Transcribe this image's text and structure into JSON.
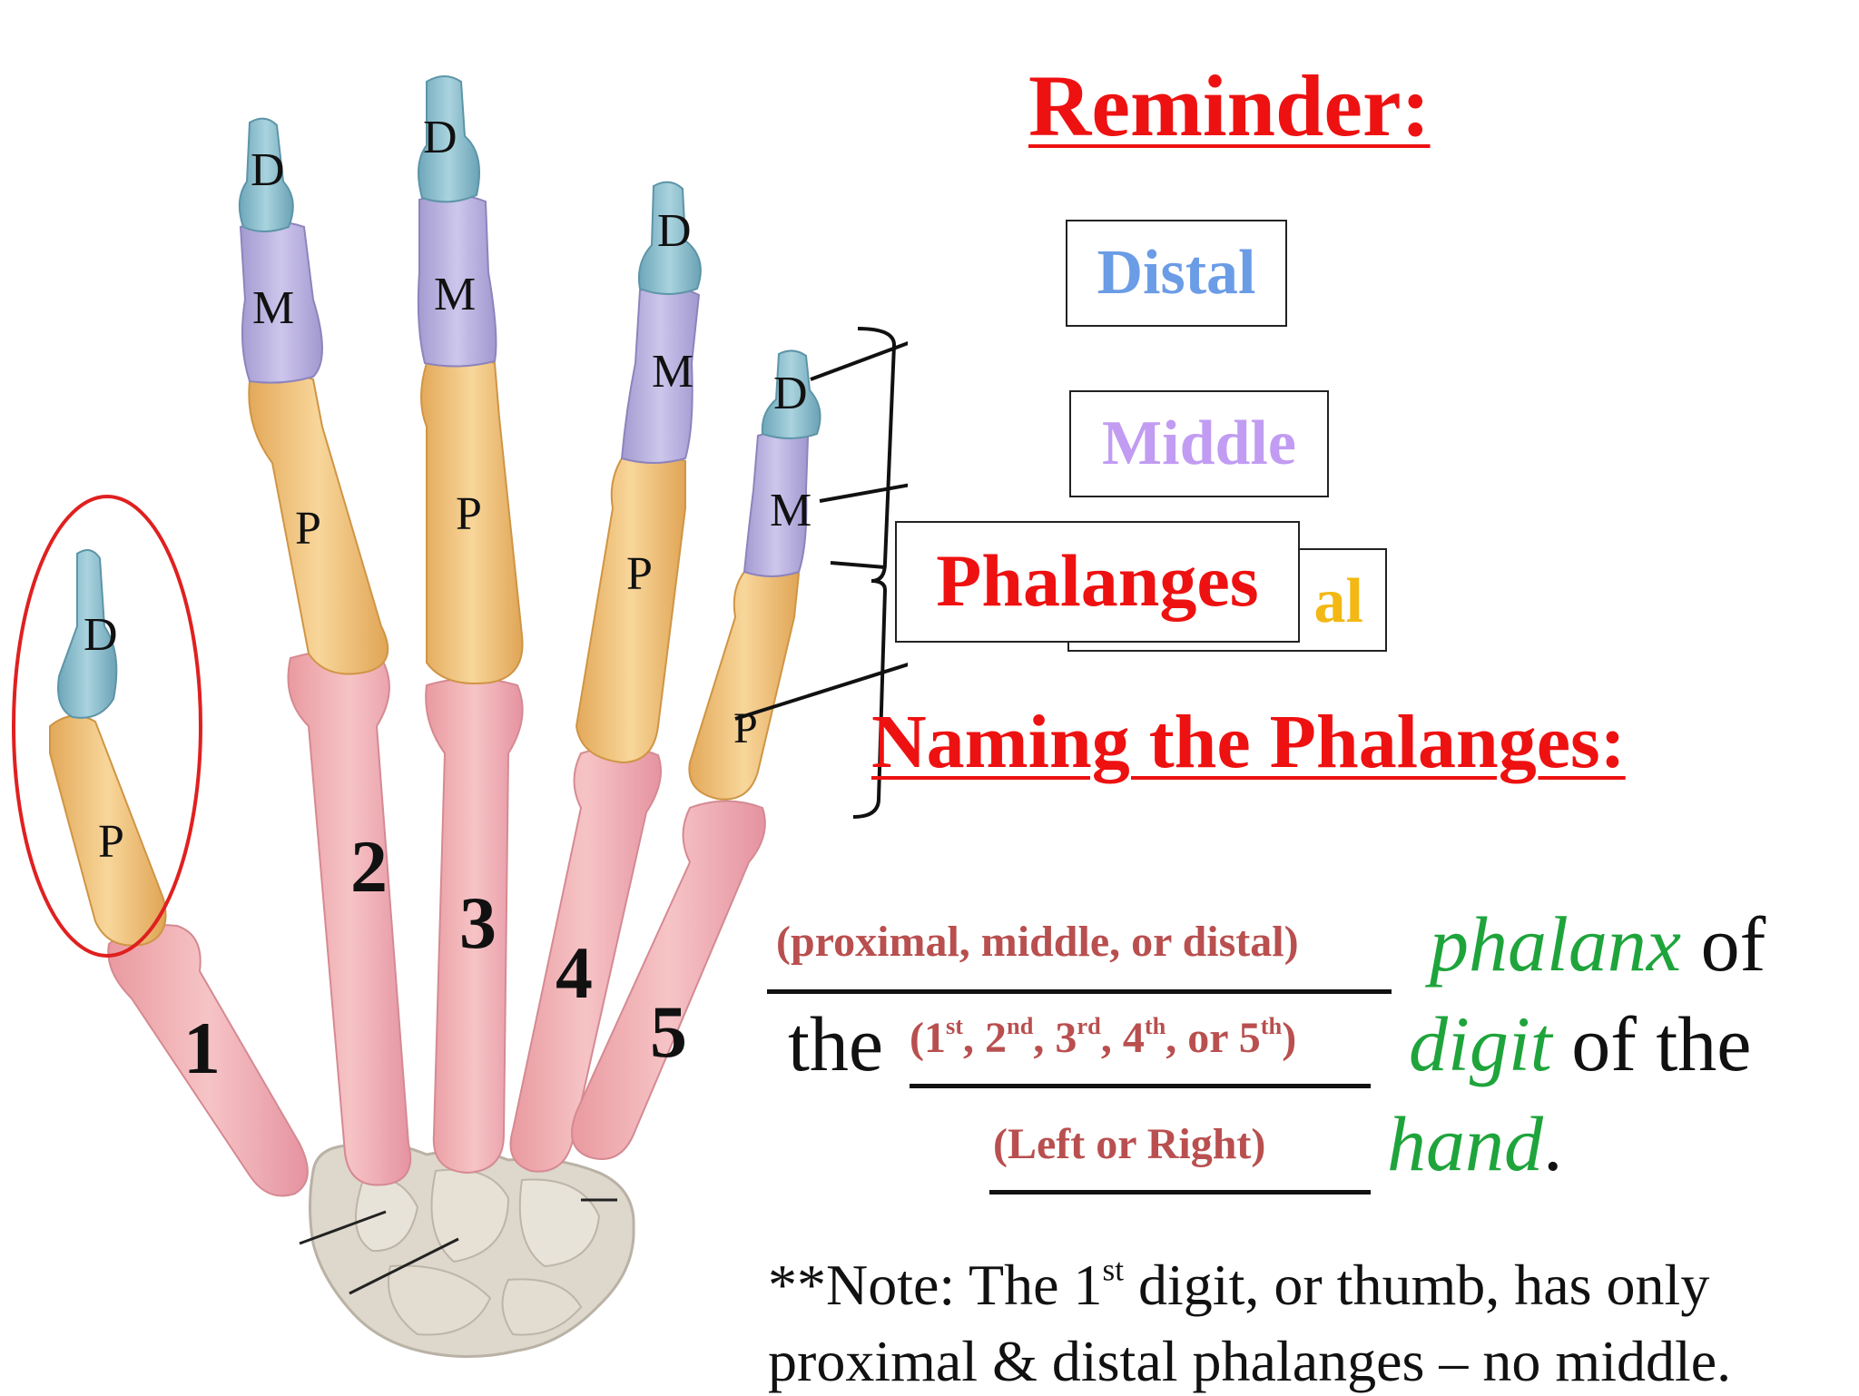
{
  "reminder_title": "Reminder:",
  "legend": {
    "distal": {
      "label": "Distal",
      "color": "#6b9ce6"
    },
    "middle": {
      "label": "Middle",
      "color": "#c19cf2"
    },
    "proximal_partial": {
      "label": "al",
      "color": "#f3b814"
    },
    "phalanges": {
      "label": "Phalanges",
      "color": "#ee1111"
    }
  },
  "naming_title": "Naming the Phalanges:",
  "sentence": {
    "hint1": "(proximal, middle, or distal)",
    "phalanx": "phalanx",
    "of": "of",
    "the": "the",
    "hint2_parts": [
      "(1",
      "st",
      ", 2",
      "nd",
      ", 3",
      "rd",
      ", 4",
      "th",
      ", or 5",
      "th",
      ")"
    ],
    "digit": "digit",
    "of_the": "of the",
    "hint3": "(Left or Right)",
    "hand": "hand",
    "period": "."
  },
  "note": {
    "line1_a": "**Note:  The 1",
    "line1_sup": "st",
    "line1_b": " digit, or thumb, has only",
    "line2": "proximal & distal phalanges – no middle."
  },
  "hand": {
    "bone_letters": {
      "D": "D",
      "M": "M",
      "P": "P"
    },
    "digit_numbers": [
      "1",
      "2",
      "3",
      "4",
      "5"
    ],
    "colors": {
      "distal": "#8fc3d2",
      "middle": "#b7b0dc",
      "proximal": "#efc47e",
      "metacarpal": "#f0b3b6",
      "carpal": "#ddd9cf",
      "highlight": "#e02020"
    }
  }
}
